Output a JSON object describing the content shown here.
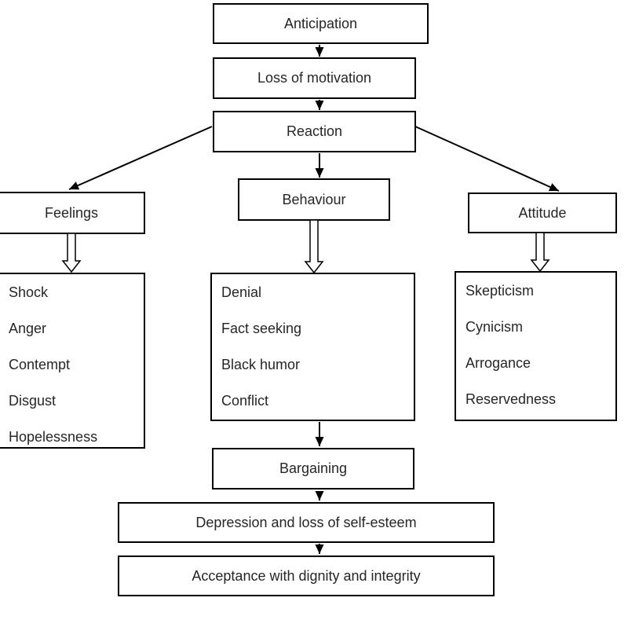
{
  "nodes": {
    "anticipation": "Anticipation",
    "loss_of_motivation": "Loss of motivation",
    "reaction": "Reaction",
    "feelings": "Feelings",
    "behaviour": "Behaviour",
    "attitude": "Attitude",
    "bargaining": "Bargaining",
    "depression": "Depression and loss of self-esteem",
    "acceptance": "Acceptance with dignity and integrity"
  },
  "lists": {
    "feelings": {
      "items": [
        "Shock",
        "Anger",
        "Contempt",
        "Disgust",
        "Hopelessness"
      ]
    },
    "behaviour": {
      "items": [
        "Denial",
        "Fact seeking",
        "Black humor",
        "Conflict"
      ]
    },
    "attitude": {
      "items": [
        "Skepticism",
        "Cynicism",
        "Arrogance",
        "Reservedness"
      ]
    }
  },
  "edges": [
    {
      "from": "anticipation",
      "to": "loss_of_motivation",
      "style": "solid-arrow"
    },
    {
      "from": "loss_of_motivation",
      "to": "reaction",
      "style": "solid-arrow"
    },
    {
      "from": "reaction",
      "to": "feelings",
      "style": "solid-arrow-diagonal"
    },
    {
      "from": "reaction",
      "to": "behaviour",
      "style": "solid-arrow"
    },
    {
      "from": "reaction",
      "to": "attitude",
      "style": "solid-arrow-diagonal"
    },
    {
      "from": "feelings",
      "to": "feelings-list",
      "style": "hollow-arrow"
    },
    {
      "from": "behaviour",
      "to": "behaviour-list",
      "style": "hollow-arrow"
    },
    {
      "from": "attitude",
      "to": "attitude-list",
      "style": "hollow-arrow"
    },
    {
      "from": "behaviour-list",
      "to": "bargaining",
      "style": "solid-arrow"
    },
    {
      "from": "bargaining",
      "to": "depression",
      "style": "solid-arrow"
    },
    {
      "from": "depression",
      "to": "acceptance",
      "style": "solid-arrow"
    }
  ],
  "colors": {
    "line": "#000000",
    "text": "#262626",
    "background": "#ffffff"
  }
}
